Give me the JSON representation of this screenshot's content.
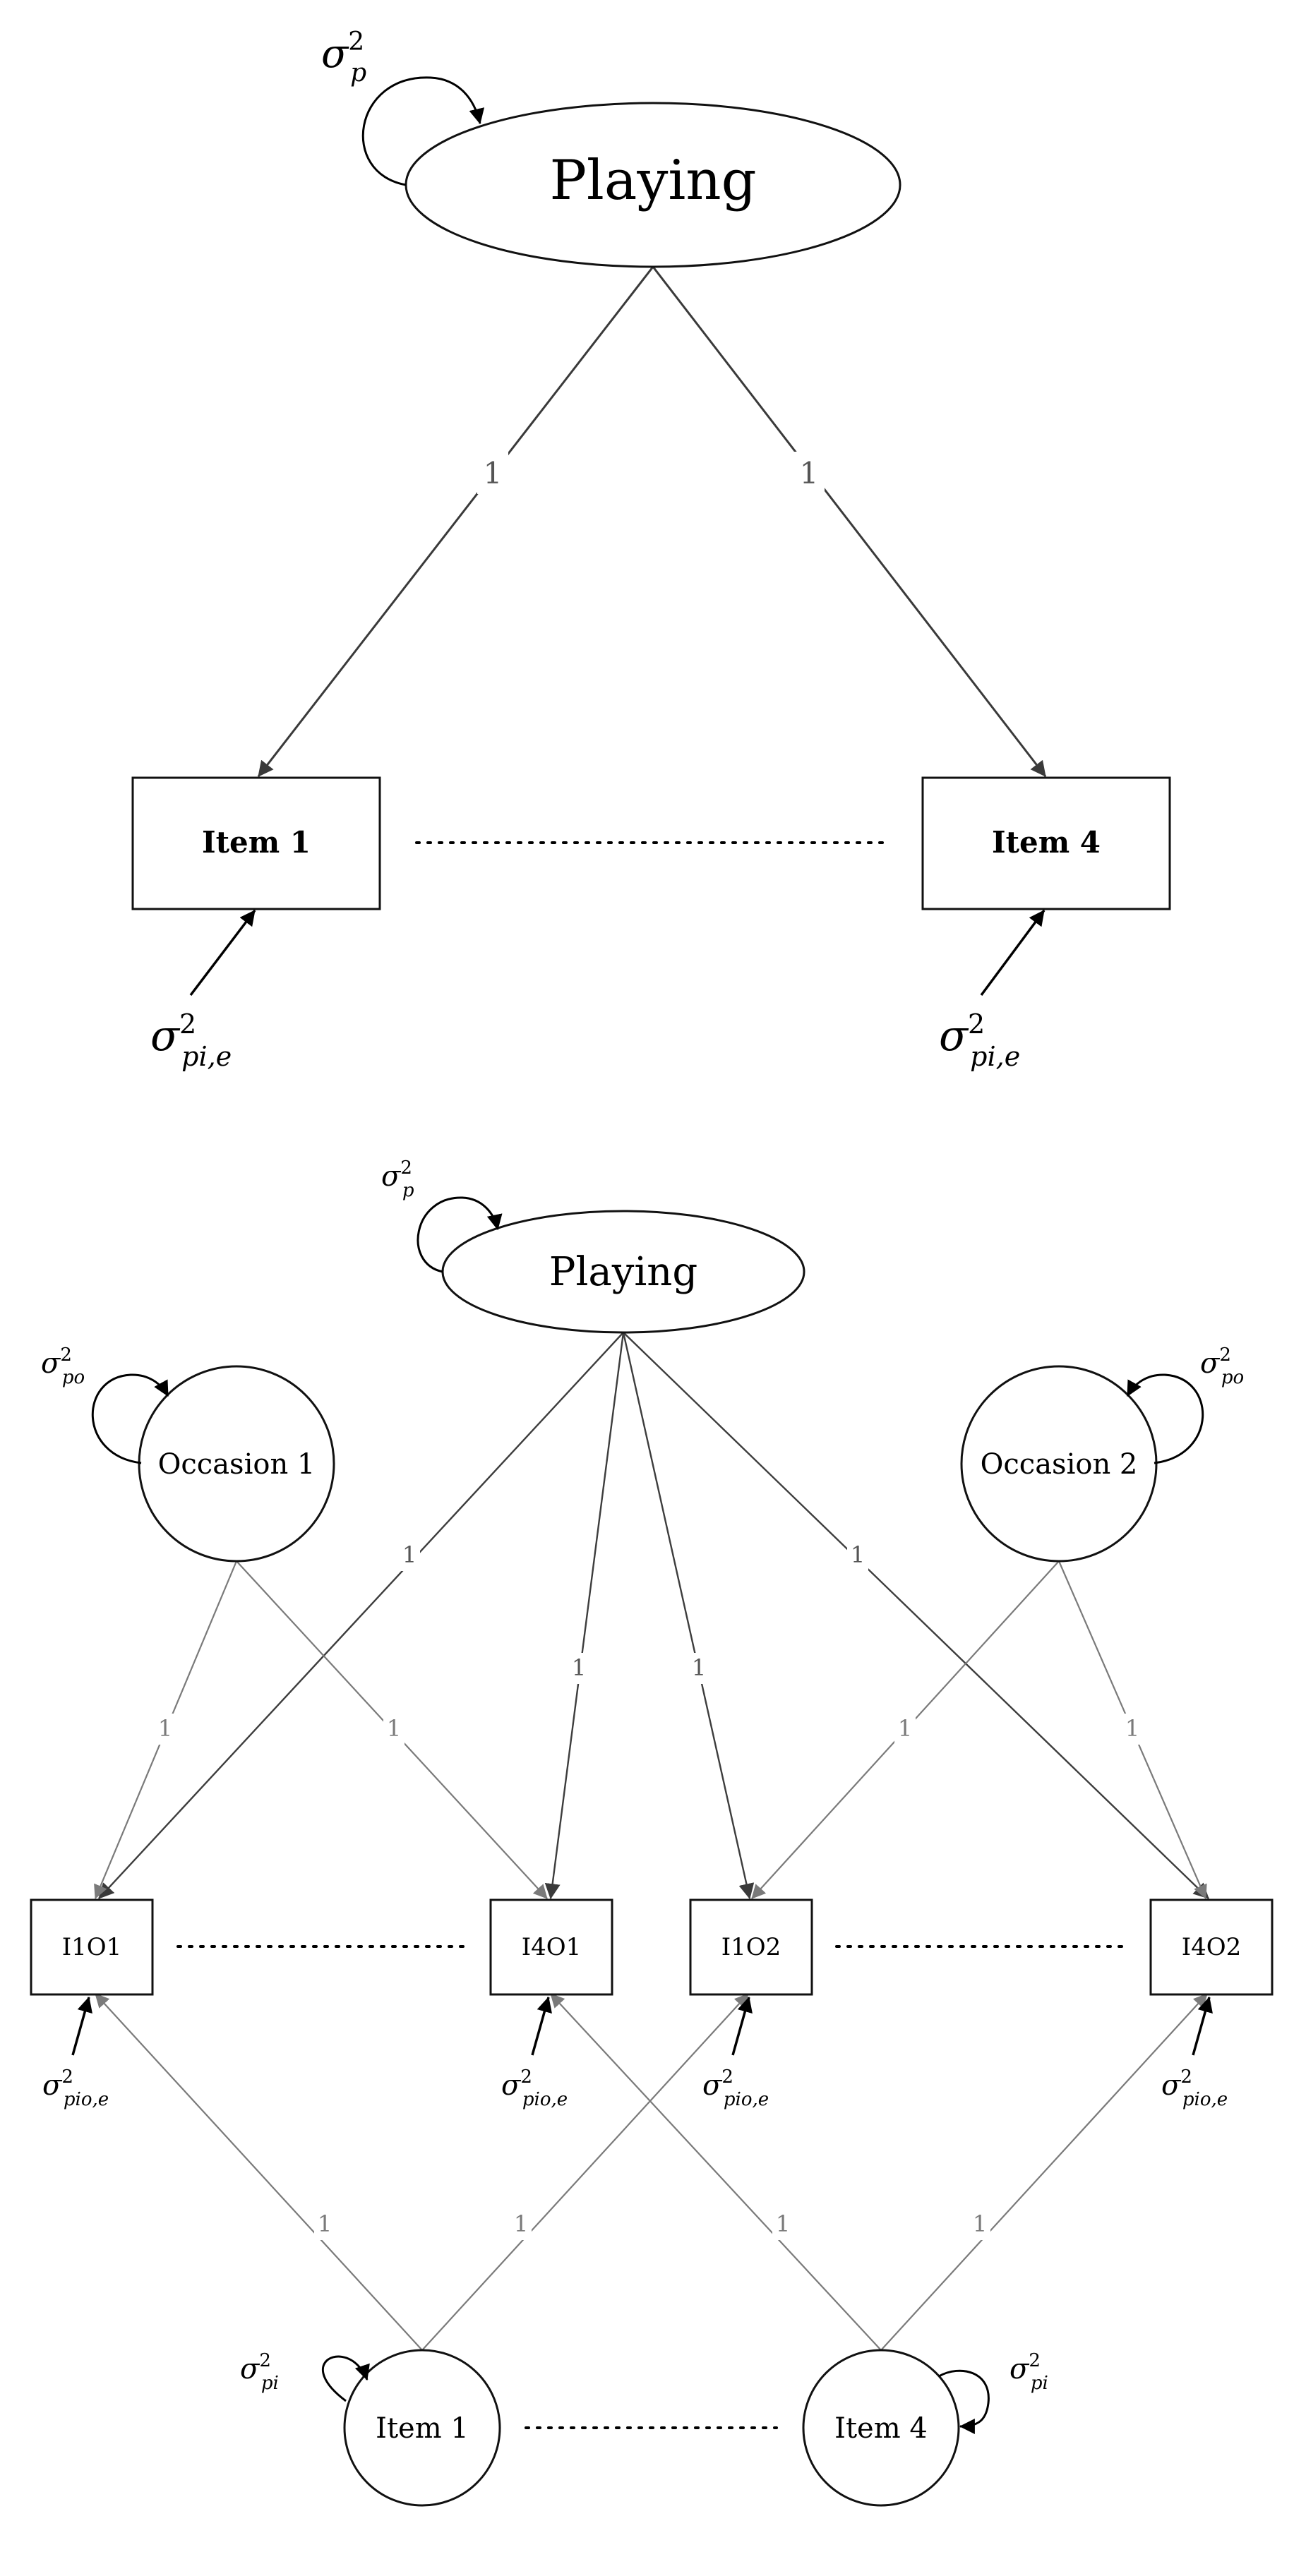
{
  "diagram_top": {
    "latent": "Playing",
    "items": [
      "Item 1",
      "Item 4"
    ],
    "loading": "1",
    "latent_variance": {
      "base": "σ",
      "sup": "2",
      "sub": "p"
    },
    "residual_variance": {
      "base": "σ",
      "sup": "2",
      "sub": "pi,e"
    }
  },
  "diagram_bottom": {
    "latent": "Playing",
    "occasions": [
      "Occasion 1",
      "Occasion 2"
    ],
    "indicators": [
      "I1O1",
      "I4O1",
      "I1O2",
      "I4O2"
    ],
    "items": [
      "Item 1",
      "Item 4"
    ],
    "loading": "1",
    "latent_variance": {
      "base": "σ",
      "sup": "2",
      "sub": "p"
    },
    "occasion_variance": {
      "base": "σ",
      "sup": "2",
      "sub": "po"
    },
    "item_variance": {
      "base": "σ",
      "sup": "2",
      "sub": "pi"
    },
    "residual_variance": {
      "base": "σ",
      "sup": "2",
      "sub": "pio,e"
    }
  },
  "colors": {
    "node_stroke": "#111111",
    "edge": "#3a3a3a",
    "edge_light": "#7a7a7a",
    "label": "#555555"
  }
}
